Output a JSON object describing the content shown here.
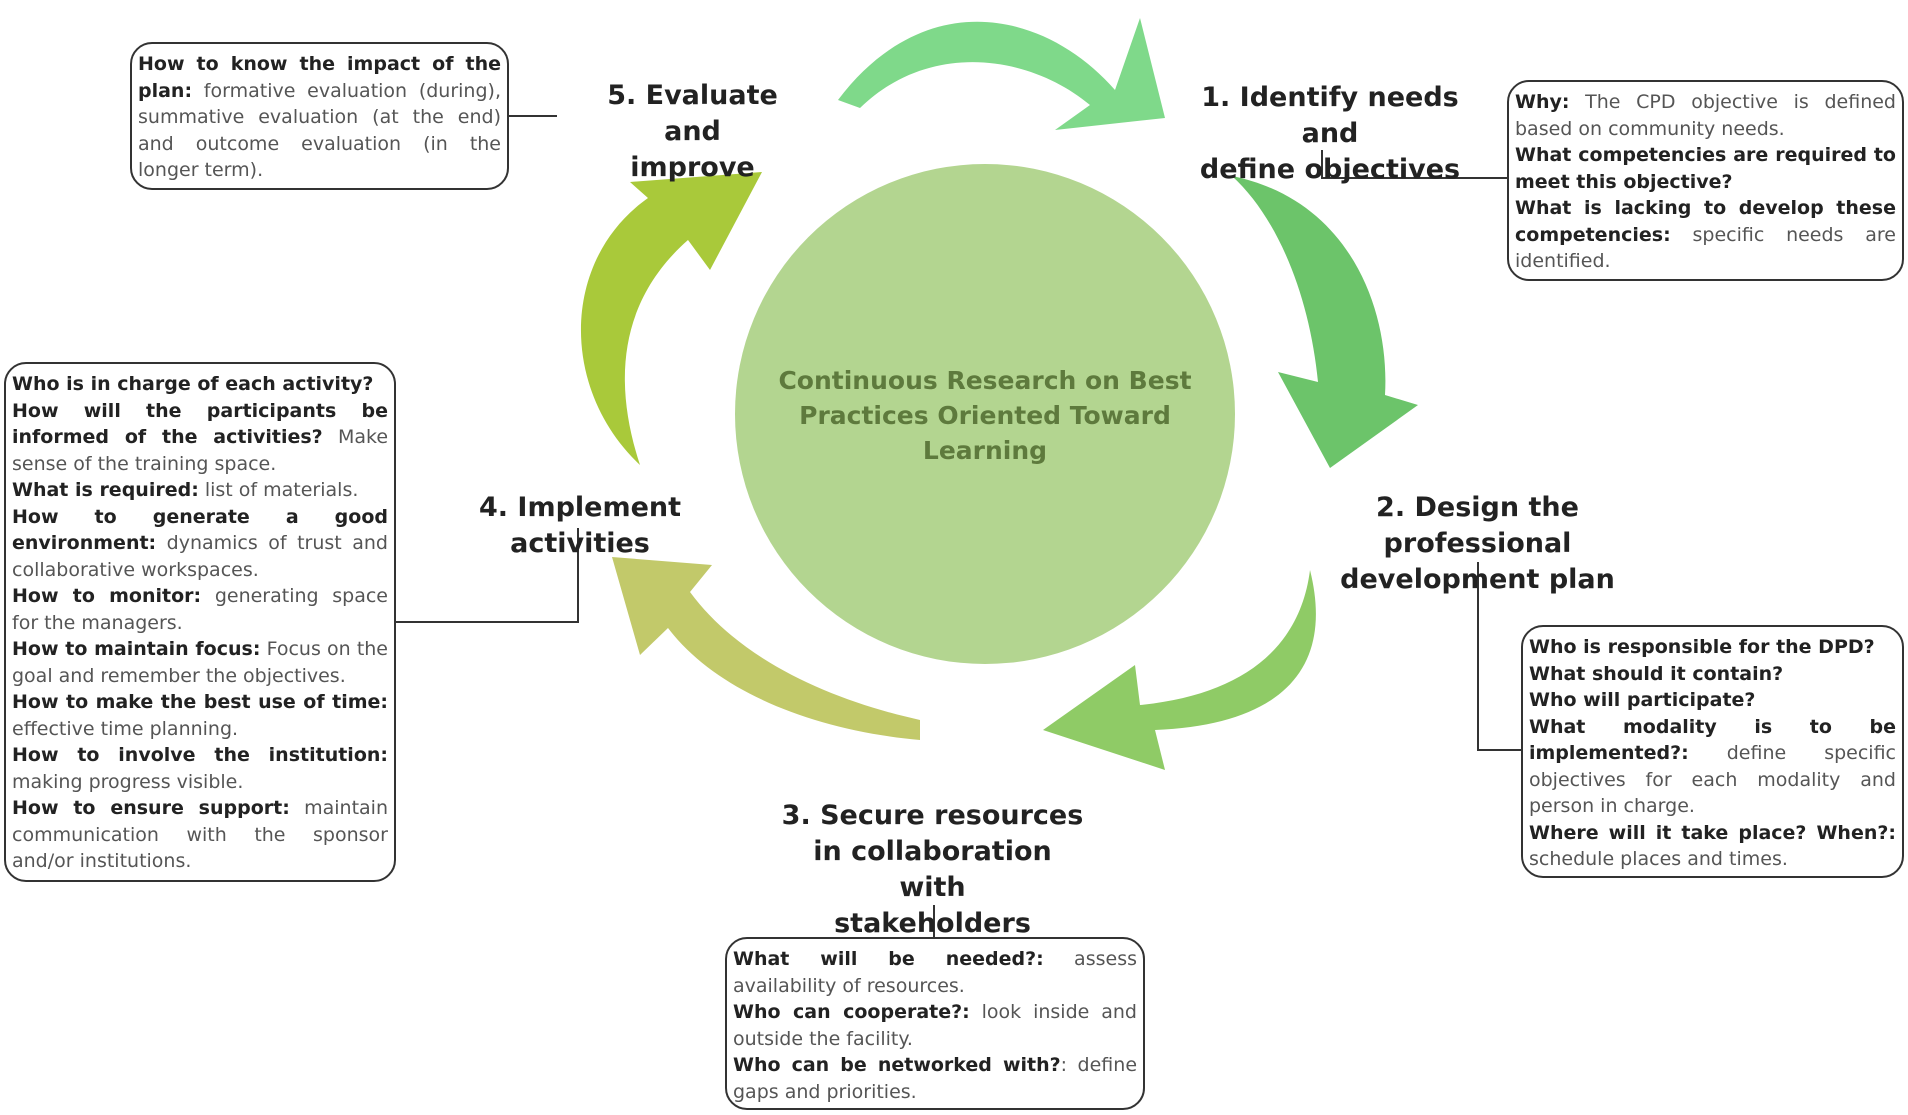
{
  "center": {
    "label": "Continuous Research on Best Practices Oriented Toward Learning"
  },
  "stages": [
    {
      "id": "identify",
      "title_lines": [
        "1. Identify needs and",
        "define objectives"
      ],
      "items": [
        {
          "q": "Why:",
          "a": " The CPD objective is defined based on community needs."
        },
        {
          "q": "What competencies are required to meet this objective?",
          "a": ""
        },
        {
          "q": "What is lacking to develop these competencies:",
          "a": " specific needs are identified."
        }
      ]
    },
    {
      "id": "design",
      "title_lines": [
        "2. Design the professional",
        "development plan"
      ],
      "items": [
        {
          "q": "Who is responsible for the DPD?",
          "a": ""
        },
        {
          "q": "What should it contain?",
          "a": ""
        },
        {
          "q": "Who will participate?",
          "a": ""
        },
        {
          "q": "What modality is to be implemented?:",
          "a": " define specific objectives for each modality and person in charge."
        },
        {
          "q": "Where will it take place? When?:",
          "a": " schedule places and times."
        }
      ]
    },
    {
      "id": "secure",
      "title_lines": [
        "3. Secure resources",
        "in collaboration with",
        "stakeholders"
      ],
      "items": [
        {
          "q": "What will be needed?:",
          "a": " assess availability of resources."
        },
        {
          "q": "Who can cooperate?:",
          "a": " look inside and outside the facility."
        },
        {
          "q": "Who can be networked with?",
          "a": ": define gaps and priorities."
        }
      ]
    },
    {
      "id": "implement",
      "title_lines": [
        "4. Implement activities"
      ],
      "items": [
        {
          "q": "Who is in charge of each activity?",
          "a": ""
        },
        {
          "q": "How will the participants be informed of the activities?",
          "a": " Make sense of the training space."
        },
        {
          "q": "What is required:",
          "a": " list of materials."
        },
        {
          "q": "How to generate a good environment:",
          "a": " dynamics of trust and collaborative workspaces."
        },
        {
          "q": "How to monitor:",
          "a": " generating space for the managers."
        },
        {
          "q": "How to maintain focus:",
          "a": " Focus on the goal and remember the objectives."
        },
        {
          "q": "How to make the best use of time:",
          "a": " effective time planning."
        },
        {
          "q": "How to involve the institution:",
          "a": " making progress visible."
        },
        {
          "q": "How to ensure support:",
          "a": " maintain communication with the sponsor and/or institutions."
        }
      ]
    },
    {
      "id": "evaluate",
      "title_lines": [
        "5. Evaluate and",
        "improve"
      ],
      "items": [
        {
          "q": "How to know the impact of the plan:",
          "a": " formative evaluation (during), summative evaluation (at the end) and outcome evaluation (in the longer term)."
        }
      ]
    }
  ],
  "colors": {
    "center_fill": "#b3d590",
    "center_text": "#5e7a3d",
    "arrow_1": "#7fd98a",
    "arrow_2": "#6cc46a",
    "arrow_3": "#8fcb66",
    "arrow_4": "#c2c96a",
    "arrow_5": "#a9c93a"
  }
}
